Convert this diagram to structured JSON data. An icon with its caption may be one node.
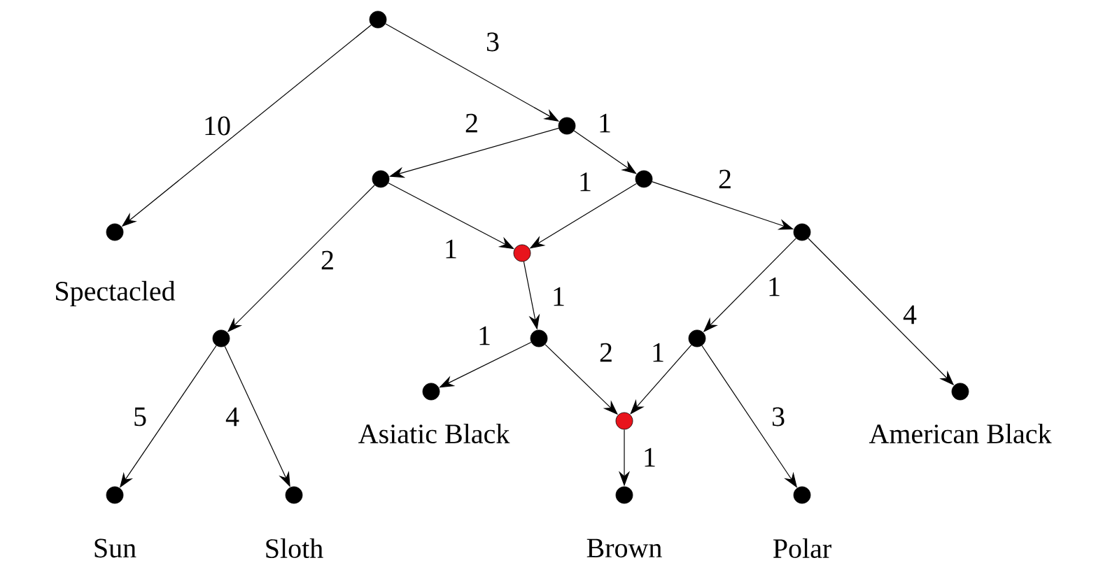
{
  "diagram": {
    "nodes": [
      {
        "text": [],
        "shape": "circle"
      },
      {
        "text": [],
        "shape": "circle"
      },
      {
        "text": [],
        "shape": "circle",
        "beside": [
          "Spectacled"
        ]
      },
      {
        "text": [],
        "shape": "circle"
      },
      {
        "text": [],
        "shape": "circle"
      },
      {
        "text": [],
        "shape": "circle"
      },
      {
        "text": [],
        "shape": "circle"
      },
      {
        "text": [],
        "shape": "circle"
      },
      {
        "text": [],
        "shape": "circle"
      },
      {
        "text": [],
        "shape": "circle"
      },
      {
        "text": [],
        "shape": "circle",
        "beside": [
          "Asiatic Black"
        ]
      },
      {
        "text": [],
        "shape": "circle"
      },
      {
        "text": [],
        "shape": "circle",
        "beside": [
          "American Black"
        ]
      },
      {
        "text": [],
        "shape": "circle",
        "beside": [
          "Sun"
        ]
      },
      {
        "text": [],
        "shape": "circle",
        "beside": [
          "Sloth"
        ]
      },
      {
        "text": [],
        "shape": "circle",
        "beside": [
          "Brown"
        ]
      },
      {
        "text": [],
        "shape": "circle",
        "beside": [
          "Polar"
        ]
      }
    ],
    "edges": [
      {
        "from": 0,
        "to": 2,
        "arrow": "to",
        "label": "10"
      },
      {
        "from": 0,
        "to": 1,
        "arrow": "to",
        "label": "3"
      },
      {
        "from": 1,
        "to": 3,
        "arrow": "to",
        "label": "2"
      },
      {
        "from": 1,
        "to": 4,
        "arrow": "to",
        "label": "1"
      },
      {
        "from": 3,
        "to": 7,
        "arrow": "to",
        "label": "2"
      },
      {
        "from": 3,
        "to": 5,
        "arrow": "to",
        "label": "1"
      },
      {
        "from": 4,
        "to": 5,
        "arrow": "to",
        "label": "1"
      },
      {
        "from": 4,
        "to": 6,
        "arrow": "to",
        "label": "2"
      },
      {
        "from": 5,
        "to": 8,
        "arrow": "to",
        "label": "1"
      },
      {
        "from": 6,
        "to": 9,
        "arrow": "to",
        "label": "1"
      },
      {
        "from": 6,
        "to": 12,
        "arrow": "to",
        "label": "4"
      },
      {
        "from": 7,
        "to": 13,
        "arrow": "to",
        "label": "5"
      },
      {
        "from": 7,
        "to": 14,
        "arrow": "to",
        "label": "4"
      },
      {
        "from": 8,
        "to": 10,
        "arrow": "to",
        "label": "1"
      },
      {
        "from": 8,
        "to": 11,
        "arrow": "to",
        "label": "2"
      },
      {
        "from": 9,
        "to": 11,
        "arrow": "to",
        "label": "1"
      },
      {
        "from": 9,
        "to": 16,
        "arrow": "to",
        "label": "3"
      },
      {
        "from": 11,
        "to": 15,
        "arrow": "to",
        "label": "1"
      }
    ]
  }
}
